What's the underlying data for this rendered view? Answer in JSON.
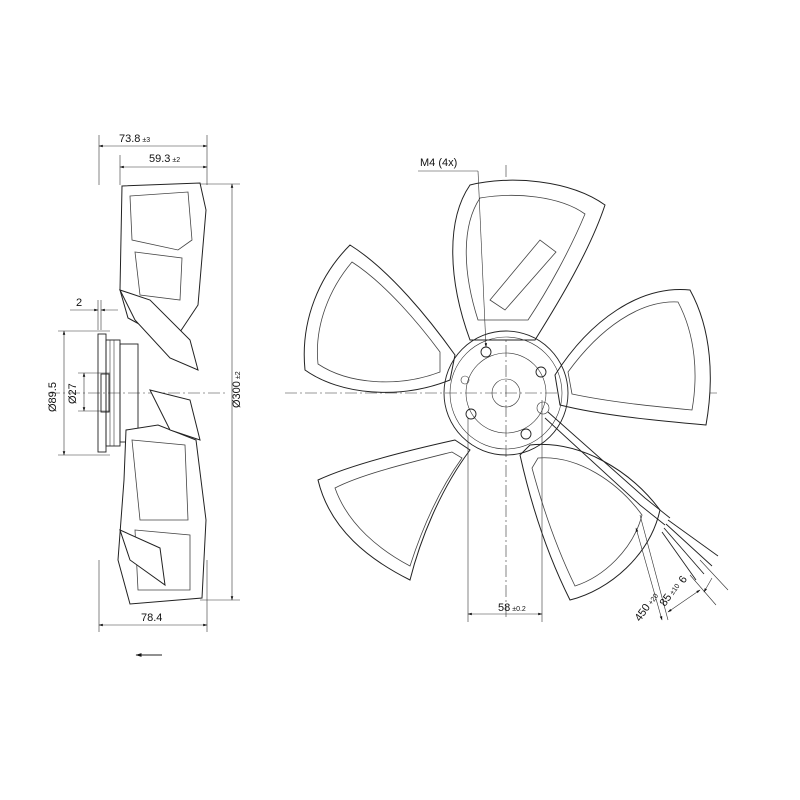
{
  "drawing": {
    "side_view": {
      "dim_overall_depth": {
        "value": "73.8",
        "tol": "±3"
      },
      "dim_blade_depth": {
        "value": "59.3",
        "tol": "±2"
      },
      "dim_offset": {
        "value": "2"
      },
      "dim_hub_outer": {
        "value": "Ø89.5"
      },
      "dim_hub_inner": {
        "value": "Ø27"
      },
      "dim_diameter": {
        "value": "Ø300",
        "tol": "±2"
      },
      "dim_bottom_depth": {
        "value": "78.4"
      }
    },
    "front_view": {
      "dim_screws": {
        "value": "M4 (4x)"
      },
      "dim_bolt_distance": {
        "value": "58",
        "tol": "±0.2"
      },
      "dim_wire_strip": {
        "value": "6"
      },
      "dim_wire_inner": {
        "value": "85",
        "tol": "±10"
      },
      "dim_cable_length": {
        "value": "450",
        "tol": "+20"
      }
    }
  }
}
